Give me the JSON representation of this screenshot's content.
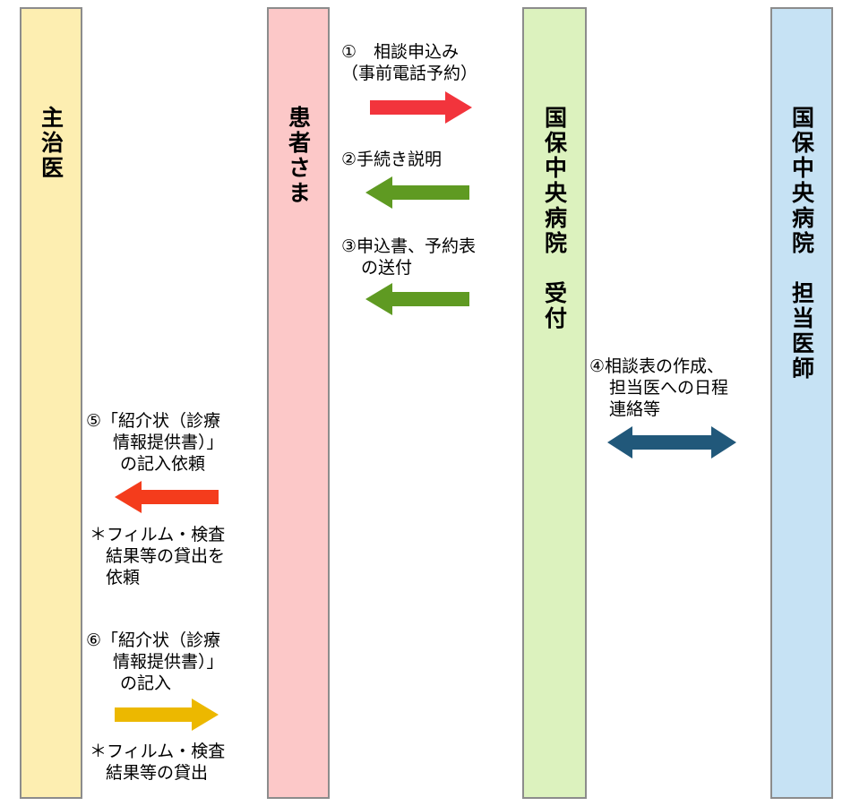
{
  "lanes": {
    "doctor": "主治医",
    "patient": "患者さま",
    "reception": "国保中央病院　受付",
    "specialist": "国保中央病院　担当医師"
  },
  "steps": {
    "s1": {
      "line1": "①　相談申込み",
      "line2": "（事前電話予約）"
    },
    "s2": {
      "line1": "②手続き説明"
    },
    "s3": {
      "line1": "③申込書、予約表",
      "line2": "の送付"
    },
    "s4": {
      "line1": "④相談表の作成、",
      "line2": "担当医への日程",
      "line3": "連絡等"
    },
    "s5": {
      "line1": "⑤「紹介状（診療",
      "line2": "情報提供書）」",
      "line3": "の記入依頼"
    },
    "s5_note": {
      "line1": "＊フィルム・検査",
      "line2": "結果等の貸出を",
      "line3": "依頼"
    },
    "s6": {
      "line1": "⑥「紹介状（診療",
      "line2": "情報提供書）」",
      "line3": "の記入"
    },
    "s6_note": {
      "line1": "＊フィルム・検査",
      "line2": "結果等の貸出"
    }
  },
  "colors": {
    "doctor_lane": "#fdeeb1",
    "patient_lane": "#fcc8c8",
    "reception_lane": "#dcf2be",
    "specialist_lane": "#c6e2f4",
    "arrow_red": "#f2343c",
    "arrow_green": "#5f9a22",
    "arrow_teal": "#21587a",
    "arrow_orange_red": "#f43c1c",
    "arrow_gold": "#ecb800"
  }
}
